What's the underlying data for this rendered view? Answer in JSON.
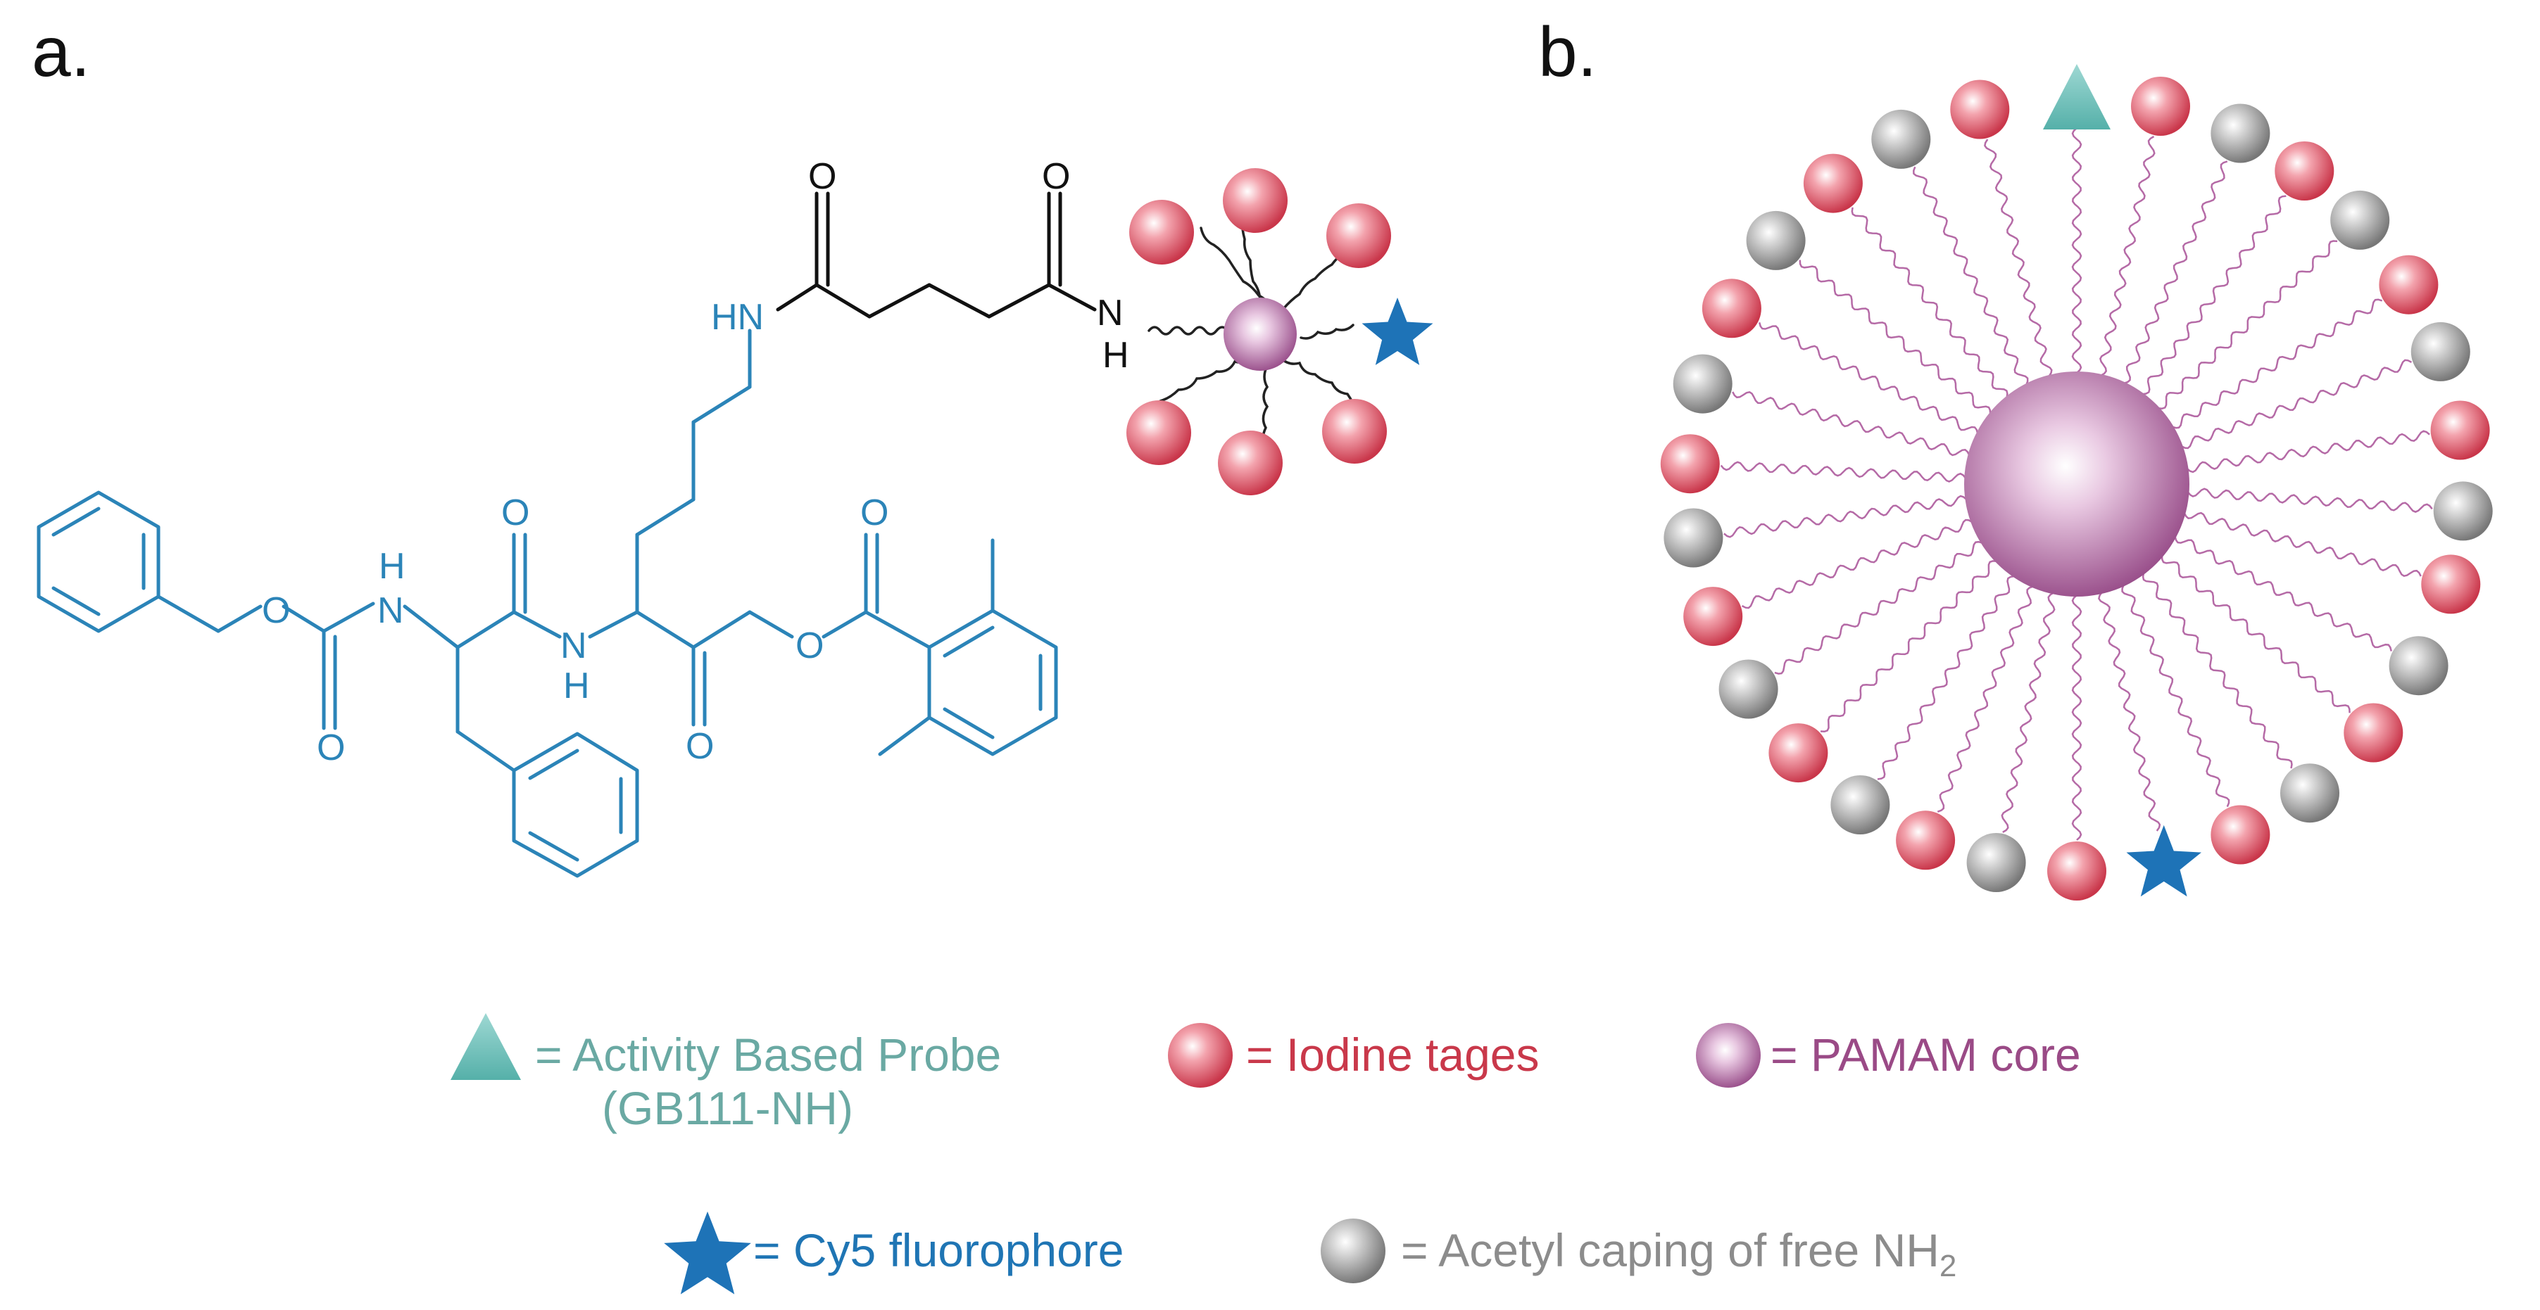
{
  "panels": {
    "a_label": "a.",
    "b_label": "b."
  },
  "molecule": {
    "atoms": {
      "o_top_left": "O",
      "o_top_right": "O",
      "hn_lysine": "HN",
      "amide_n": "N",
      "amide_h": "H",
      "o_amide_carbonyl": "O",
      "o_ester_carbonyl": "O",
      "nh_h_top": "H",
      "nh_n_left": "N",
      "o_carbamate": "O",
      "o_carbamate_carbonyl": "O",
      "nh_n_right": "N",
      "nh_h_bottom": "H",
      "o_ketone": "O",
      "o_ester": "O"
    }
  },
  "legend": {
    "probe_line1": "= Activity Based Probe",
    "probe_line2": "(GB111-NH)",
    "iodine": "= Iodine tages",
    "pamam": "= PAMAM core",
    "cy5": "= Cy5 fluorophore",
    "acetyl": "= Acetyl caping of free NH",
    "acetyl_sub": "2"
  },
  "colors": {
    "molecule_blue": "#2b84b8",
    "probe_teal": "#63b7b1",
    "probe_text": "#6aa9a3",
    "iodine_red": "#d6404f",
    "iodine_text": "#c9384a",
    "pamam_purple": "#9a4f8c",
    "pamam_text": "#9a4a86",
    "cy5_blue": "#1e73b7",
    "cy5_text": "#1f75b4",
    "acetyl_grey": "#8a8a8a",
    "acetyl_text": "#8c8c8c",
    "linker": "#b56aa6"
  }
}
